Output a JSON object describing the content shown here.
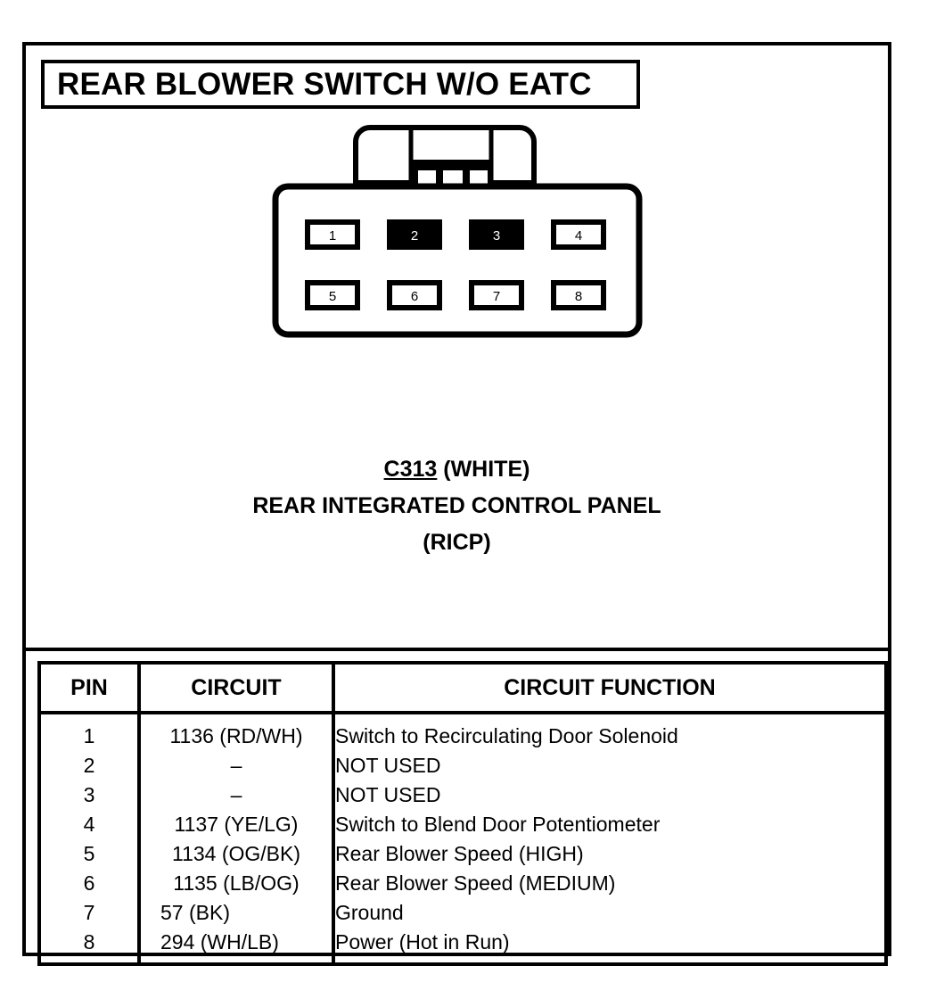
{
  "title": "REAR BLOWER SWITCH W/O EATC",
  "connector": {
    "name": "connector-c313",
    "top_row_pins": [
      "1",
      "2",
      "3",
      "4"
    ],
    "bottom_row_pins": [
      "5",
      "6",
      "7",
      "8"
    ],
    "filled_pins": [
      "2",
      "3"
    ],
    "colors": {
      "outline": "#000000",
      "body_fill": "#ffffff",
      "filled_pin_fill": "#000000",
      "filled_pin_text": "#ffffff"
    }
  },
  "caption": {
    "code": "C313",
    "color_note": " (WHITE)",
    "name": "REAR INTEGRATED CONTROL PANEL",
    "abbreviation": "(RICP)"
  },
  "table": {
    "headers": {
      "pin": "PIN",
      "circuit": "CIRCUIT",
      "function": "CIRCUIT FUNCTION"
    },
    "rows": [
      {
        "pin": "1",
        "circuit": "1136 (RD/WH)",
        "function": "Switch to Recirculating Door Solenoid",
        "circuit_align": "center"
      },
      {
        "pin": "2",
        "circuit": "–",
        "function": "NOT USED",
        "circuit_align": "center"
      },
      {
        "pin": "3",
        "circuit": "–",
        "function": "NOT USED",
        "circuit_align": "center"
      },
      {
        "pin": "4",
        "circuit": "1137 (YE/LG)",
        "function": "Switch to Blend  Door Potentiometer",
        "circuit_align": "center"
      },
      {
        "pin": "5",
        "circuit": "1134 (OG/BK)",
        "function": "Rear Blower Speed (HIGH)",
        "circuit_align": "center"
      },
      {
        "pin": "6",
        "circuit": "1135 (LB/OG)",
        "function": "Rear Blower Speed (MEDIUM)",
        "circuit_align": "center"
      },
      {
        "pin": "7",
        "circuit": "57 (BK)",
        "function": "Ground",
        "circuit_align": "left"
      },
      {
        "pin": "8",
        "circuit": "294 (WH/LB)",
        "function": "Power (Hot in Run)",
        "circuit_align": "left"
      }
    ]
  }
}
